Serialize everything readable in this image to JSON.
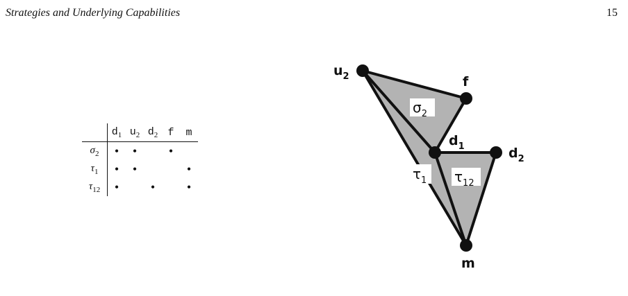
{
  "header": {
    "running_title": "Strategies and Underlying Capabilities",
    "page_number": "15"
  },
  "table": {
    "columns": [
      {
        "base": "d",
        "sub": "1"
      },
      {
        "base": "u",
        "sub": "2"
      },
      {
        "base": "d",
        "sub": "2"
      },
      {
        "base": "f",
        "sub": ""
      },
      {
        "base": "m",
        "sub": ""
      }
    ],
    "rows": [
      {
        "symbol": "σ",
        "sub": "2",
        "cells": [
          "•",
          "•",
          "",
          "•",
          ""
        ]
      },
      {
        "symbol": "τ",
        "sub": "1",
        "cells": [
          "•",
          "•",
          "",
          "",
          "•"
        ]
      },
      {
        "symbol": "τ",
        "sub": "12",
        "cells": [
          "•",
          "",
          "•",
          "",
          "•"
        ]
      }
    ]
  },
  "diagram": {
    "vertices": [
      {
        "base": "u",
        "sub": "2"
      },
      {
        "base": "f",
        "sub": ""
      },
      {
        "base": "d",
        "sub": "1"
      },
      {
        "base": "d",
        "sub": "2"
      },
      {
        "base": "m",
        "sub": ""
      }
    ],
    "simplices": [
      {
        "base": "σ",
        "sub": "2"
      },
      {
        "base": "τ",
        "sub": "1"
      },
      {
        "base": "τ",
        "sub": "12"
      }
    ],
    "fill_color": "#b3b3b3",
    "edge_color": "#111111"
  }
}
